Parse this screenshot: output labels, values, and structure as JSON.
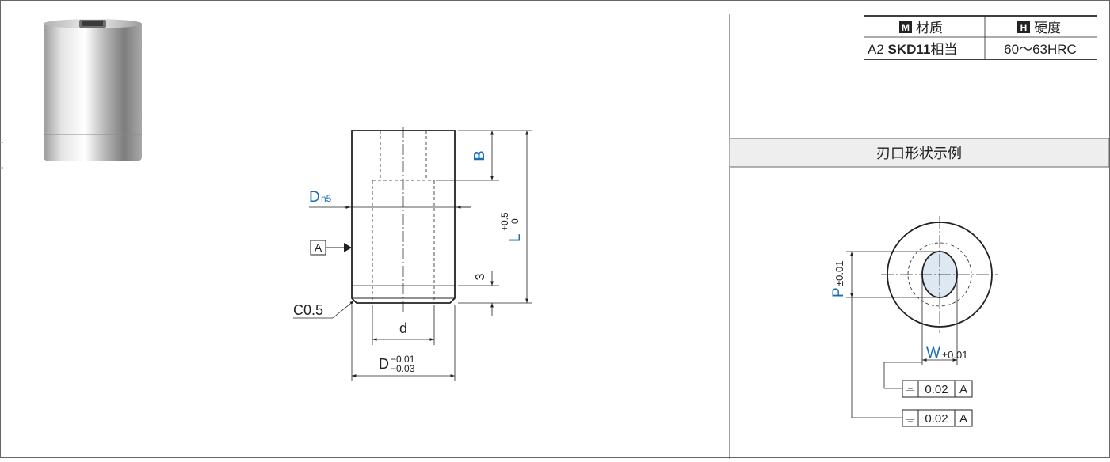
{
  "spec_table": {
    "material_header": "材质",
    "hardness_header": "硬度",
    "material_badge": "M",
    "hardness_badge": "H",
    "material_prefix": "A2",
    "material_bold": "SKD11",
    "material_suffix": "相当",
    "hardness_value": "60～63HRC"
  },
  "section": {
    "title": "刃口形状示例"
  },
  "drawing": {
    "dim_dn5_main": "D",
    "dim_dn5_sub": "n5",
    "dim_b": "B",
    "dim_l": "L",
    "dim_l_upper": "+0.5",
    "dim_l_lower": "0",
    "dim_3": "3",
    "datum_a": "A",
    "chamfer": "C0.5",
    "dim_d_small": "d",
    "dim_d_main": "D",
    "dim_d_upper": "−0.01",
    "dim_d_lower": "−0.03",
    "dash": "−"
  },
  "edge_example": {
    "dim_p": "P",
    "dim_p_tol": "±0.01",
    "dim_w": "W",
    "dim_w_tol": "±0.01",
    "tolerance_frames": [
      {
        "symbol": "⌯",
        "value": "0.02",
        "datum": "A"
      },
      {
        "symbol": "⌯",
        "value": "0.02",
        "datum": "A"
      }
    ]
  },
  "colors": {
    "accent_blue": "#1a6fb5",
    "line": "#222222",
    "header_bg": "#eeeeee",
    "slot_fill": "#dde8f3"
  }
}
